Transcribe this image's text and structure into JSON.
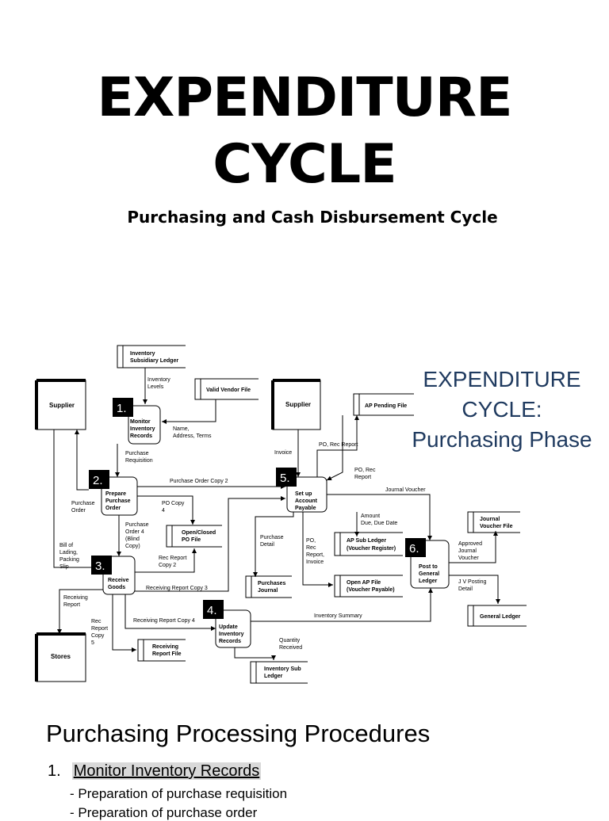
{
  "page": {
    "title_line1": "EXPENDITURE",
    "title_line2": "CYCLE",
    "subtitle": "Purchasing and Cash Disbursement Cycle"
  },
  "phase_label": {
    "line1": "EXPENDITURE",
    "line2": "CYCLE:",
    "line3": "Purchasing Phase"
  },
  "diagram": {
    "entities": {
      "supplier_left": "Supplier",
      "supplier_right": "Supplier",
      "stores": "Stores"
    },
    "files": {
      "inventory_ledger": [
        "Inventory",
        "Subsidiary Ledger"
      ],
      "valid_vendor": "Valid Vendor File",
      "open_closed_po": [
        "Open/Closed",
        "PO File"
      ],
      "receiving_report": [
        "Receiving",
        "Report File"
      ],
      "inventory_sub": [
        "Inventory Sub",
        "Ledger"
      ],
      "ap_pending": "AP Pending File",
      "purchases_journal": [
        "Purchases",
        "Journal"
      ],
      "ap_sub_ledger": [
        "AP Sub Ledger",
        "(Voucher Register)"
      ],
      "open_ap": [
        "Open AP File",
        "(Voucher Payable)"
      ],
      "journal_voucher": [
        "Journal",
        "Voucher File"
      ],
      "general_ledger": "General Ledger"
    },
    "processes": {
      "p1": {
        "num": "1.",
        "lines": [
          "Monitor",
          "Inventory",
          "Records"
        ]
      },
      "p2": {
        "num": "2.",
        "lines": [
          "Prepare",
          "Purchase",
          "Order"
        ]
      },
      "p3": {
        "num": "3.",
        "lines": [
          "Receive",
          "Goods"
        ]
      },
      "p4": {
        "num": "4.",
        "lines": [
          "Update",
          "Inventory",
          "Records"
        ]
      },
      "p5": {
        "num": "5.",
        "lines": [
          "Set up",
          "Account",
          "Payable"
        ]
      },
      "p6": {
        "num": "6.",
        "lines": [
          "Post to",
          "General",
          "Ledger"
        ]
      }
    },
    "flows": {
      "inventory_levels": [
        "Inventory",
        "Levels"
      ],
      "name_address": [
        "Name,",
        "Address, Terms"
      ],
      "purchase_requisition": [
        "Purchase",
        "Requisition"
      ],
      "purchase_order": [
        "Purchase",
        "Order"
      ],
      "po_copy2": "Purchase Order Copy 2",
      "po_copy4": [
        "PO Copy",
        "4"
      ],
      "po4_blind": [
        "Purchase",
        "Order 4",
        "(Blind",
        "Copy)"
      ],
      "bill_of_lading": [
        "Bill of",
        "Lading,",
        "Packing",
        "Slip"
      ],
      "rec_report_copy2": [
        "Rec Report",
        "Copy 2"
      ],
      "receiving_copy3": "Receiving Report Copy 3",
      "receiving_copy4": "Receiving Report Copy 4",
      "receiving_report": [
        "Receiving",
        "Report"
      ],
      "rec_report_copy5": [
        "Rec",
        "Report",
        "Copy",
        "5"
      ],
      "invoice": "Invoice",
      "po_rec_report_1": "PO, Rec Report",
      "po_rec_report_2": [
        "PO, Rec",
        "Report"
      ],
      "journal_voucher": "Journal Voucher",
      "amount_due": [
        "Amount",
        "Due, Due Date"
      ],
      "purchase_detail": [
        "Purchase",
        "Detail"
      ],
      "po_rec_invoice": [
        "PO,",
        "Rec",
        "Report,",
        "Invoice"
      ],
      "approved_jv": [
        "Approved",
        "Journal",
        "Voucher"
      ],
      "jv_posting": [
        "J V Posting",
        "Detail"
      ],
      "inventory_summary": "Inventory Summary",
      "quantity_received": [
        "Quantity",
        "Received"
      ]
    }
  },
  "procedures": {
    "heading": "Purchasing Processing Procedures",
    "step1_num": "1.",
    "step1_label": "Monitor Inventory Records",
    "step1_sub1": "-  Preparation of purchase requisition",
    "step1_sub2": "-  Preparation of purchase order"
  }
}
